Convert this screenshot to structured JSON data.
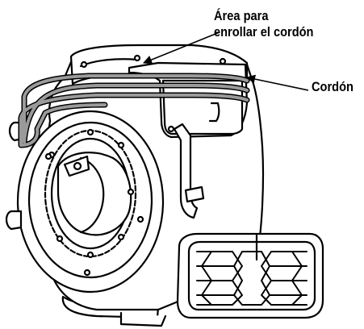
{
  "labels": {
    "area_line1": "Área para",
    "area_line2": "enrollar el cordón",
    "cord": "Cordón"
  }
}
